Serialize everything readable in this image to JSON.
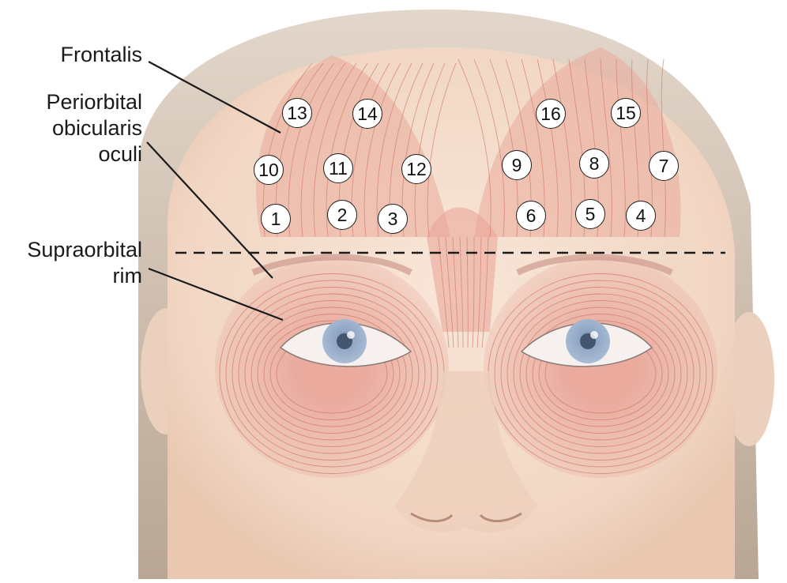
{
  "labels": {
    "frontalis": [
      "Frontalis"
    ],
    "orbicularis": [
      "Periorbital",
      "obicularis",
      "oculi"
    ],
    "supraorbital_rim": [
      "Supraorbital",
      "rim"
    ]
  },
  "injection_sites": [
    "1",
    "2",
    "3",
    "4",
    "5",
    "6",
    "7",
    "8",
    "9",
    "10",
    "11",
    "12",
    "13",
    "14",
    "15",
    "16"
  ],
  "colors": {
    "skin": "#f3ddcc",
    "hair": "#c9b7a6",
    "muscle": "#e9a99c",
    "muscle_fiber": "#d4786c",
    "iris": "#9fb4cf",
    "line": "#1a1a1a"
  }
}
